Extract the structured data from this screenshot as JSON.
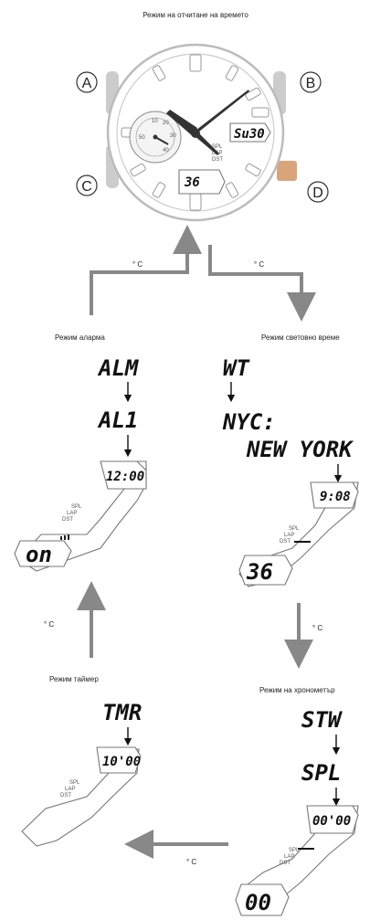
{
  "title": "Режим на отчитане на времето",
  "watch": {
    "buttons": [
      "A",
      "B",
      "C",
      "D"
    ],
    "day_display": "Su30",
    "bottom_display": "36",
    "subdial_numbers": [
      "10",
      "20",
      "30",
      "40",
      "50"
    ],
    "indicator_labels": [
      "SPL",
      "LAP",
      "DST"
    ]
  },
  "transitions": {
    "to_world_time": "° C",
    "from_alarm": "° C",
    "to_stopwatch": "° C",
    "to_alarm": "° C",
    "to_timer": "° C"
  },
  "alarm": {
    "title": "Режим аларма",
    "line1": "ALM",
    "line2": "AL1",
    "time": "12:00",
    "bottom": "on",
    "labels": [
      "SPL",
      "LAP",
      "DST"
    ]
  },
  "world_time": {
    "title": "Режим световно време",
    "line1": "WT",
    "line2": "NYC:",
    "line3": "NEW YORK",
    "time": "9:08",
    "bottom": "36",
    "labels": [
      "SPL",
      "LAP",
      "DST"
    ]
  },
  "timer": {
    "title": "Режим таймер",
    "line1": "TMR",
    "time": "10'00",
    "labels": [
      "SPL",
      "LAP",
      "DST"
    ]
  },
  "stopwatch": {
    "title": "Режим на хронометър",
    "line1": "STW",
    "line2": "SPL",
    "time": "00'00",
    "bottom": "00",
    "labels": [
      "SPL",
      "LAP",
      "DST"
    ]
  }
}
